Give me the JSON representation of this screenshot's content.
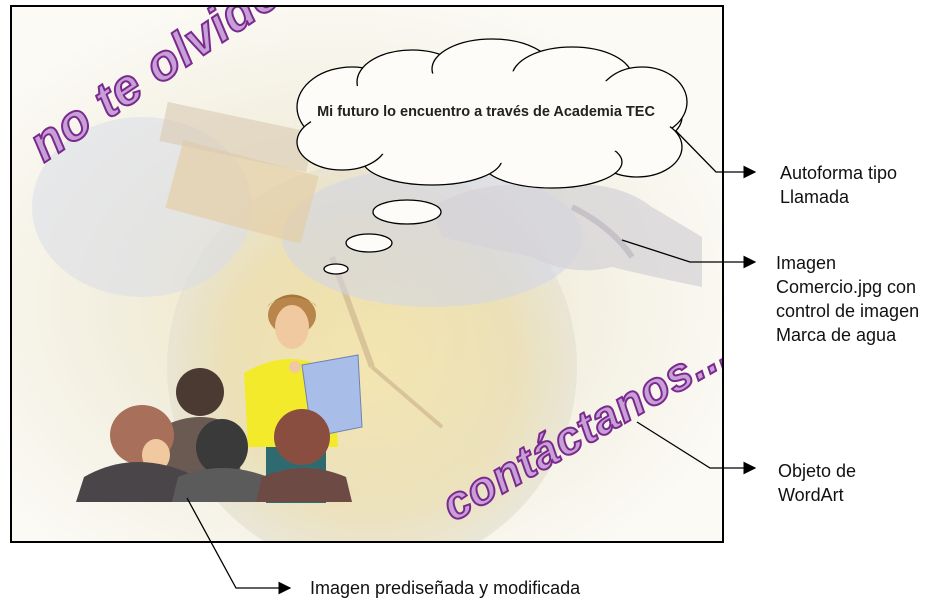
{
  "slide": {
    "wordart_top": "no te olvides...",
    "wordart_bottom": "contáctanos...",
    "callout_text": "Mi futuro lo encuentro a través de Academia TEC"
  },
  "annotations": {
    "callout": "Autoforma tipo Llamada",
    "watermark_image": "Imagen Comercio.jpg con control de imagen Marca de agua",
    "wordart": "Objeto de WordArt",
    "clipart": "Imagen prediseñada y modificada"
  },
  "colors": {
    "wordart_fill": "#c8a0d8",
    "wordart_outline": "#7a2a8e",
    "border": "#000000"
  }
}
